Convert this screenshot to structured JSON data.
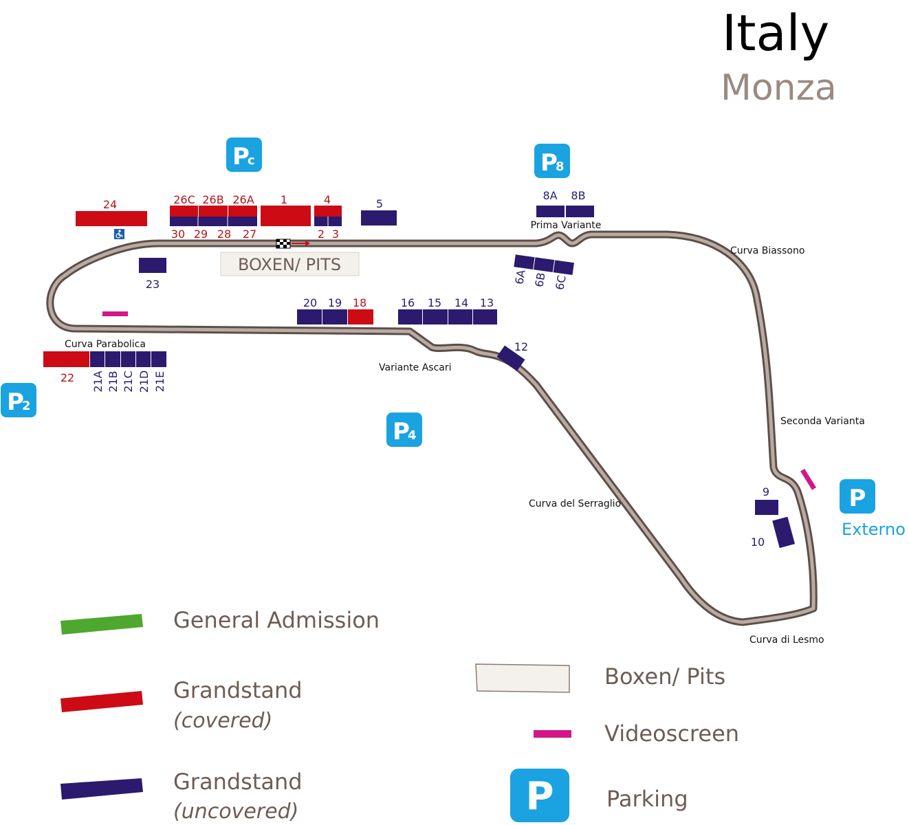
{
  "title": "Italy",
  "subtitle": "Monza",
  "colors": {
    "general_admission": "#4ea72e",
    "grandstand_covered": "#cc0b15",
    "grandstand_uncovered": "#2b1a6e",
    "videoscreen": "#d3168a",
    "parking": "#1aa3e0",
    "track": "#7d6c64",
    "pits": "#f4f1ed"
  },
  "pits_label": "BOXEN/ PITS",
  "corners": {
    "prima_variante": "Prima Variante",
    "curva_biassono": "Curva Biassono",
    "curva_parabolica": "Curva Parabolica",
    "variante_ascari": "Variante Ascari",
    "seconda_varianta": "Seconda Varianta",
    "curva_del_serraglio": "Curva del Serraglio",
    "curva_di_lesmo": "Curva di Lesmo"
  },
  "grandstands": {
    "s1": "1",
    "s2": "2",
    "s3": "3",
    "s4": "4",
    "s5": "5",
    "s6a": "6A",
    "s6b": "6B",
    "s6c": "6C",
    "s8a": "8A",
    "s8b": "8B",
    "s9": "9",
    "s10": "10",
    "s12": "12",
    "s13": "13",
    "s14": "14",
    "s15": "15",
    "s16": "16",
    "s18": "18",
    "s19": "19",
    "s20": "20",
    "s21a": "21A",
    "s21b": "21B",
    "s21c": "21C",
    "s21d": "21D",
    "s21e": "21E",
    "s22": "22",
    "s23": "23",
    "s24": "24",
    "s26a": "26A",
    "s26b": "26B",
    "s26c": "26C",
    "s27": "27",
    "s28": "28",
    "s29": "29",
    "s30": "30"
  },
  "parking": {
    "pc_letter": "P",
    "pc_sub": "c",
    "p8_letter": "P",
    "p8_sub": "8",
    "p2_letter": "P",
    "p2_sub": "2",
    "p4_letter": "P",
    "p4_sub": "4",
    "pext_letter": "P",
    "pext_label": "Externo"
  },
  "legend": {
    "general_admission": "General Admission",
    "grandstand": "Grandstand",
    "covered": "(covered)",
    "grandstand_uncov": "Grandstand",
    "uncovered": "(uncovered)",
    "pits": "Boxen/ Pits",
    "videoscreen": "Videoscreen",
    "parking_icon": "P",
    "parking": "Parking"
  }
}
